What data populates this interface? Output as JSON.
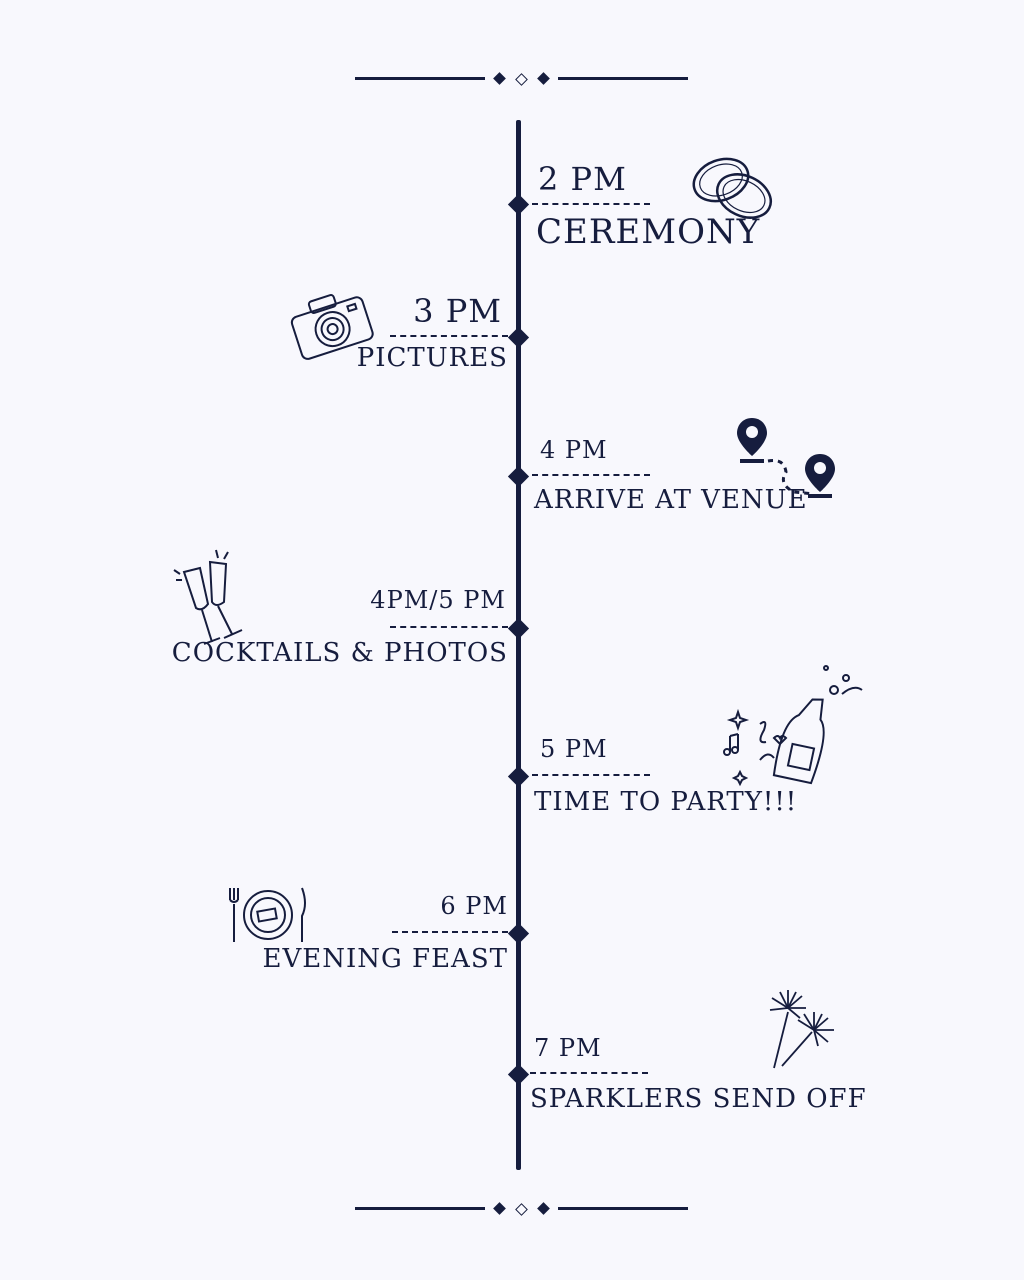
{
  "timeline": {
    "events": [
      {
        "time": "2 PM",
        "label": "CEREMONY",
        "icon": "rings-icon",
        "side": "right"
      },
      {
        "time": "3 PM",
        "label": "PICTURES",
        "icon": "camera-icon",
        "side": "left"
      },
      {
        "time": "4 PM",
        "label": "ARRIVE AT VENUE",
        "icon": "map-pin-route-icon",
        "side": "right"
      },
      {
        "time": "4PM/5 PM",
        "label": "COCKTAILS & PHOTOS",
        "icon": "champagne-glasses-icon",
        "side": "left"
      },
      {
        "time": "5 PM",
        "label": "TIME TO PARTY!!!",
        "icon": "champagne-bottle-music-icon",
        "side": "right"
      },
      {
        "time": "6 PM",
        "label": "EVENING FEAST",
        "icon": "plate-cutlery-icon",
        "side": "left"
      },
      {
        "time": "7  PM",
        "label": "SPARKLERS SEND OFF",
        "icon": "sparklers-icon",
        "side": "right"
      }
    ]
  },
  "colors": {
    "ink": "#161d3e",
    "background": "#f8f8fd"
  }
}
